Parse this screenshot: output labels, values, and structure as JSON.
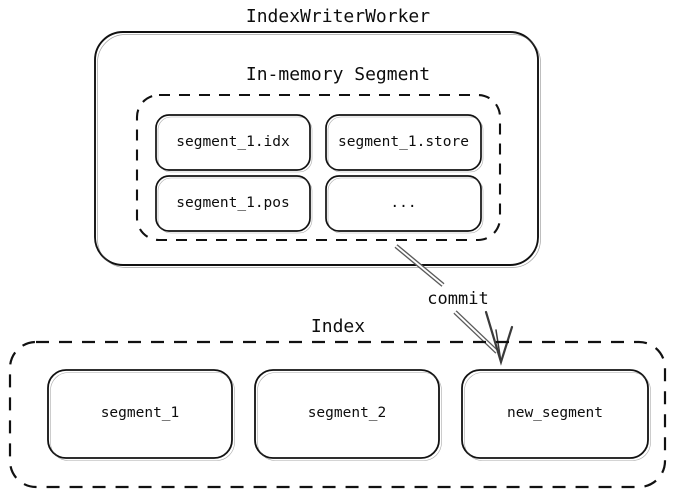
{
  "diagram": {
    "type": "block-diagram",
    "background_color": "#ffffff",
    "stroke_color": "#111111",
    "worker": {
      "title": "IndexWriterWorker",
      "container_style": "solid-rounded",
      "memory_segment": {
        "title": "In-memory Segment",
        "container_style": "dashed-rounded",
        "files": [
          {
            "label": "segment_1.idx"
          },
          {
            "label": "segment_1.store"
          },
          {
            "label": "segment_1.pos"
          },
          {
            "label": "..."
          }
        ]
      }
    },
    "edge": {
      "label": "commit",
      "from": "In-memory Segment",
      "to": "new_segment",
      "style": "double-line-arrow"
    },
    "index": {
      "title": "Index",
      "container_style": "dashed-rounded",
      "segments": [
        {
          "label": "segment_1"
        },
        {
          "label": "segment_2"
        },
        {
          "label": "new_segment"
        }
      ]
    }
  }
}
